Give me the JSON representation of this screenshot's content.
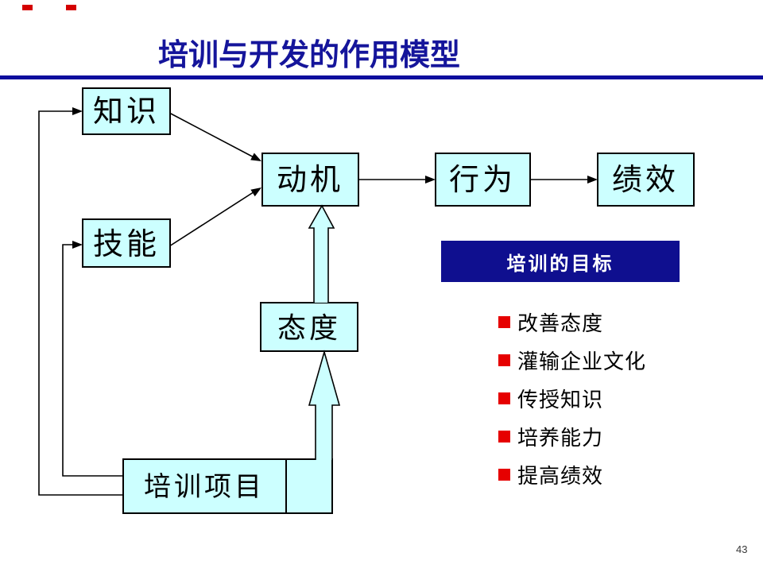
{
  "slide": {
    "title": "培训与开发的作用模型",
    "page_number": "43"
  },
  "diagram": {
    "nodes": {
      "knowledge": {
        "label": "知识"
      },
      "skill": {
        "label": "技能"
      },
      "motivation": {
        "label": "动机"
      },
      "behavior": {
        "label": "行为"
      },
      "performance": {
        "label": "绩效"
      },
      "attitude": {
        "label": "态度"
      },
      "training_program": {
        "label": "培训项目"
      }
    }
  },
  "goals_panel": {
    "header": "培训的目标",
    "items": [
      "改善态度",
      "灌输企业文化",
      "传授知识",
      "培养能力",
      "提高绩效"
    ]
  },
  "colors": {
    "box_fill": "#ccffff",
    "box_border": "#000000",
    "title_blue": "#15159b",
    "divider_blue": "#0d0d9d",
    "goals_header_bg": "#0f0f8f",
    "bullet_red": "#e60000"
  }
}
